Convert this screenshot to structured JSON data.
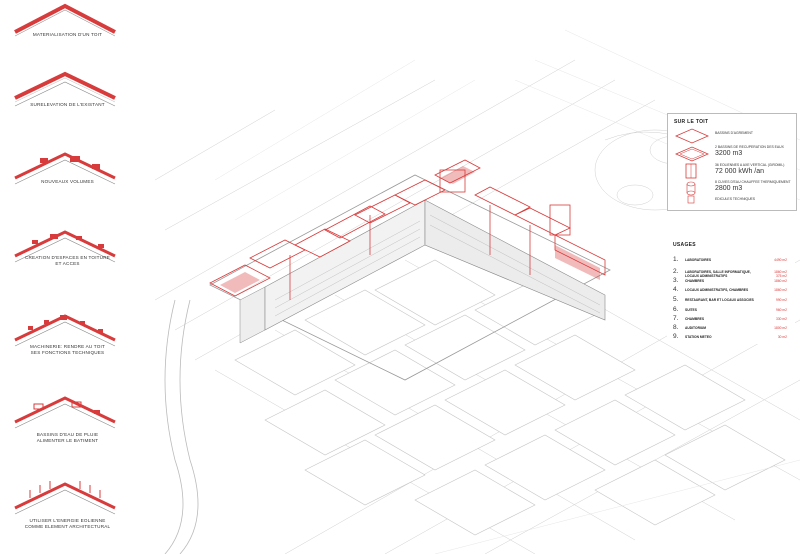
{
  "steps": [
    {
      "label": "MATERIALISATION D'UN TOIT"
    },
    {
      "label": "SURELEVATION DE L'EXISTANT"
    },
    {
      "label": "NOUVEAUX VOLUMES"
    },
    {
      "label": "CREATION D'ESPACES EN TOITURE\nET ACCES"
    },
    {
      "label": "MACHINERIE: RENDRE AU TOIT\nSES FONCTIONS TECHNIQUES"
    },
    {
      "label": "BASSINS D'EAU DE PLUIE\nALIMENTER LE BATIMENT"
    },
    {
      "label": "UTILISER L'ENERGIE EOLIENNE\nCOMME ELEMENT ARCHITECTURAL"
    }
  ],
  "roof_panel": {
    "title": "SUR LE TOIT",
    "items": [
      {
        "label": "BASSINS D'AGREMENT",
        "value": ""
      },
      {
        "label": "2 BASSINS DE RECUPERATION DES EAUX",
        "value": "3200 m3"
      },
      {
        "label": "36 EOLIENNES A AXE VERTICAL (GIROMIL)",
        "value": "72 000 kWh /an"
      },
      {
        "label": "8 CUVES D'EAU CHAUFFEE THERMIQUEMENT",
        "value": "2800 m3"
      },
      {
        "label": "EDICULES TECHNIQUES",
        "value": ""
      }
    ]
  },
  "usage_panel": {
    "title": "USAGES",
    "items": [
      {
        "num": "1.",
        "label": "LABORATOIRES",
        "area": "4490 m2"
      },
      {
        "num": "2.",
        "label": "LABORATOIRES, SALLE INFORMATIQUE, LOCAUX ADMINISTRATIFS",
        "area": "1860 m2\n375 m2"
      },
      {
        "num": "3.",
        "label": "CHAMBRES",
        "area": "1860 m2"
      },
      {
        "num": "4.",
        "label": "LOCAUX ADMINISTRATIFS, CHAMBRES",
        "area": "1860 m2"
      },
      {
        "num": "5.",
        "label": "RESTAURANT, BAR ET LOCAUX ASSOCIES",
        "area": "990 m2"
      },
      {
        "num": "6.",
        "label": "SUITES",
        "area": "960 m2"
      },
      {
        "num": "7.",
        "label": "CHAMBRES",
        "area": "330 m2"
      },
      {
        "num": "8.",
        "label": "AUDITORIUM",
        "area": "1800 m2"
      },
      {
        "num": "9.",
        "label": "STATION METEO",
        "area": "30 m2"
      }
    ]
  },
  "colors": {
    "accent": "#d83b3b",
    "line": "#bdbdbd",
    "text": "#333333"
  }
}
